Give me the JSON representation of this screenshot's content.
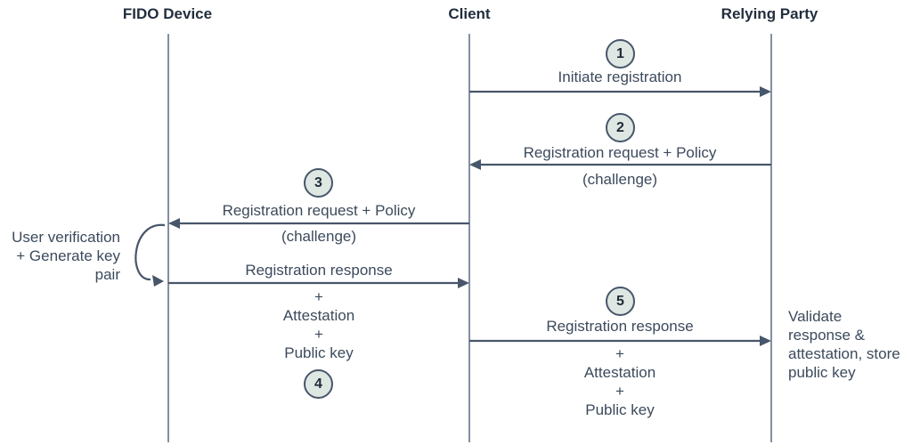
{
  "colors": {
    "background": "#ffffff",
    "line": "#47566A",
    "lifeline": "#64748B",
    "header_text": "#222E3D",
    "label_text": "#3C4A5C",
    "circle_fill": "#DFE7E3",
    "circle_border": "#47566A",
    "circle_text": "#1F2A37"
  },
  "actors": {
    "fido_device": "FIDO Device",
    "client": "Client",
    "relying_party": "Relying Party"
  },
  "steps": {
    "s1": "1",
    "s2": "2",
    "s3": "3",
    "s4": "4",
    "s5": "5"
  },
  "messages": {
    "m1": {
      "label": "Initiate registration"
    },
    "m2": {
      "label": "Registration request + Policy",
      "sub": "(challenge)"
    },
    "m3": {
      "label": "Registration request + Policy",
      "sub": "(challenge)"
    },
    "m4": {
      "label": "Registration response",
      "sub": "+\nAttestation\n+\nPublic key"
    },
    "m5": {
      "label": "Registration response",
      "sub": "+\nAttestation\n+\nPublic key"
    }
  },
  "annotations": {
    "fido_note": "User verification\n+ Generate key\npair",
    "rp_note": "Validate\nresponse &\nattestation, store\npublic key"
  }
}
